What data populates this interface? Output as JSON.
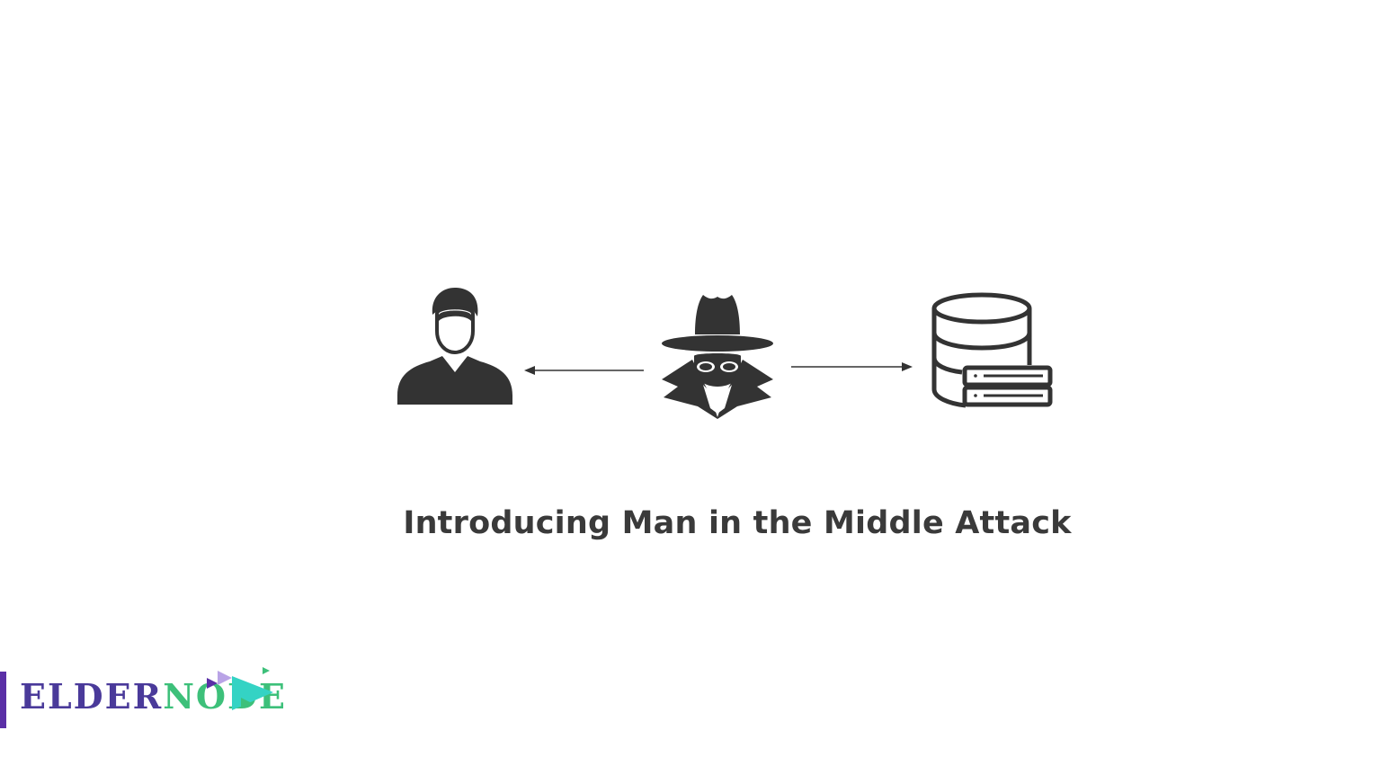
{
  "title": "Introducing Man in the Middle Attack",
  "nodes": [
    {
      "role": "client",
      "icon": "user-icon"
    },
    {
      "role": "attacker",
      "icon": "spy-icon"
    },
    {
      "role": "server",
      "icon": "database-server-icon"
    }
  ],
  "edges": [
    {
      "from": "attacker",
      "to": "client",
      "arrow": "left"
    },
    {
      "from": "attacker",
      "to": "server",
      "arrow": "right"
    }
  ],
  "logo": {
    "text_part1": "ELDER",
    "text_part2": "NODE",
    "colors": {
      "bar": "#5a2fa6",
      "part1": "#4a3a9a",
      "part2": "#3dc07a",
      "play_main": "#34d3c4",
      "play_accent": "#b9a3e6"
    }
  },
  "colors": {
    "icon": "#333333",
    "title": "#3a3a3a",
    "background": "#ffffff"
  }
}
